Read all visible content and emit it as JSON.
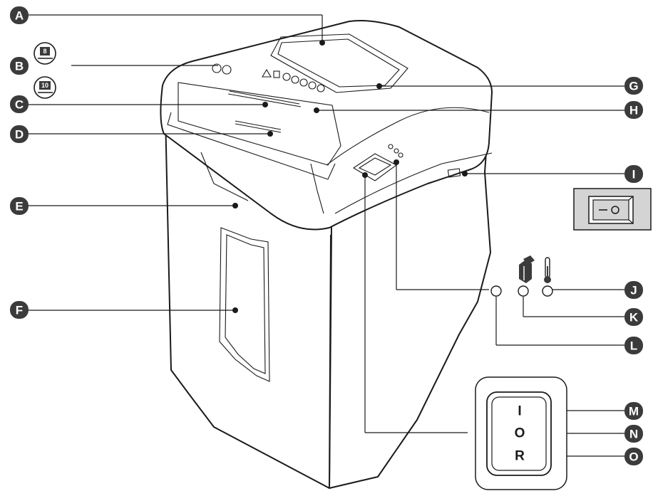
{
  "callouts": [
    "A",
    "B",
    "C",
    "D",
    "E",
    "F",
    "G",
    "H",
    "I",
    "J",
    "K",
    "L",
    "M",
    "N",
    "O"
  ],
  "sheet_badges": [
    "8",
    "10"
  ],
  "switch_positions": [
    "I",
    "O",
    "R"
  ],
  "colors": {
    "badge": "#3b3b3b",
    "line": "#1a1a1a",
    "switch_box": "#d4d4d4"
  },
  "icons": [
    "sheet-capacity-icon",
    "power-switch-icon",
    "bin-full-icon",
    "overheat-thermometer-icon",
    "indicator-light-icon"
  ]
}
